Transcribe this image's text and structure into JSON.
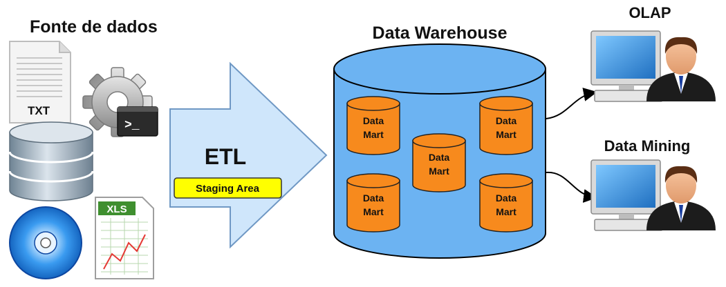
{
  "sources": {
    "title": "Fonte de dados",
    "items": [
      {
        "name": "txt-file",
        "tag": "TXT"
      },
      {
        "name": "script-gear",
        "prompt": ">_"
      },
      {
        "name": "database"
      },
      {
        "name": "disc"
      },
      {
        "name": "spreadsheet",
        "tag": "XLS"
      }
    ]
  },
  "etl": {
    "label": "ETL",
    "staging": "Staging Area"
  },
  "warehouse": {
    "title": "Data Warehouse",
    "marts": [
      {
        "line1": "Data",
        "line2": "Mart"
      },
      {
        "line1": "Data",
        "line2": "Mart"
      },
      {
        "line1": "Data",
        "line2": "Mart"
      },
      {
        "line1": "Data",
        "line2": "Mart"
      },
      {
        "line1": "Data",
        "line2": "Mart"
      }
    ]
  },
  "consumers": [
    {
      "label": "OLAP"
    },
    {
      "label": "Data Mining"
    }
  ],
  "colors": {
    "arrow_fill": "#cfe6fb",
    "warehouse_fill": "#6cb3f2",
    "mart_fill": "#f78a1d",
    "staging_fill": "#ffff00",
    "line": "#000000"
  }
}
